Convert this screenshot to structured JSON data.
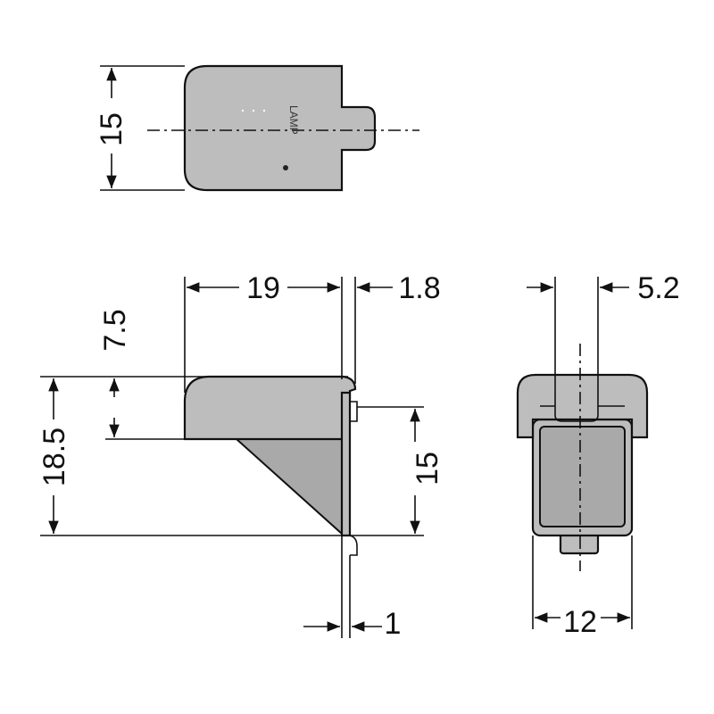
{
  "logo_text": "LAMP",
  "top_view": {
    "height_dim": "15"
  },
  "side_view": {
    "width_dim": "19",
    "hook_dim": "1.8",
    "shelf_thickness_dim": "7.5",
    "total_height_dim": "18.5",
    "hook_spacing_dim": "15",
    "plate_thickness_dim": "1"
  },
  "front_view": {
    "slot_dim": "5.2",
    "width_dim": "12"
  }
}
